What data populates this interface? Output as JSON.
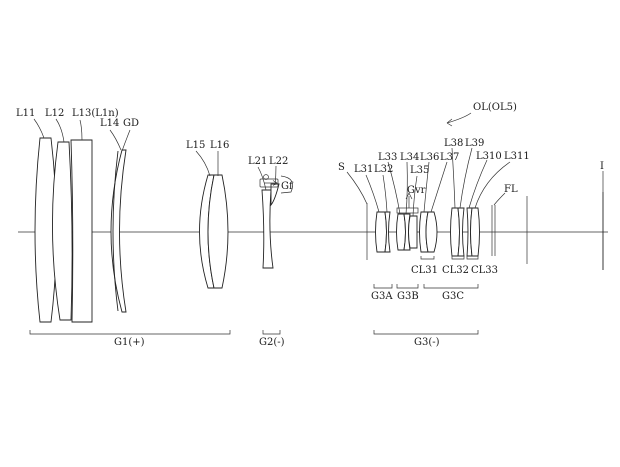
{
  "figure": {
    "system_label": "OL(OL5)",
    "stop_label": "S",
    "filter_label": "FL",
    "image_label": "I"
  },
  "lens_labels": {
    "L11": "L11",
    "L12": "L12",
    "L13": "L13(L1n)",
    "L14": "L14",
    "GD": "GD",
    "L15": "L15",
    "L16": "L16",
    "L21": "L21",
    "L22": "L22",
    "Gf": "Gf",
    "L31": "L31",
    "L32": "L32",
    "L33": "L33",
    "L34": "L34",
    "L35": "L35",
    "L36": "L36",
    "L37": "L37",
    "L38": "L38",
    "L39": "L39",
    "L310": "L310",
    "L311": "L311",
    "Gvr": "Gvr"
  },
  "cemented_labels": {
    "CL31": "CL31",
    "CL32": "CL32",
    "CL33": "CL33"
  },
  "subgroup_labels": {
    "G3A": "G3A",
    "G3B": "G3B",
    "G3C": "G3C"
  },
  "group_labels": {
    "G1": "G1(+)",
    "G2": "G2(-)",
    "G3": "G3(-)"
  }
}
